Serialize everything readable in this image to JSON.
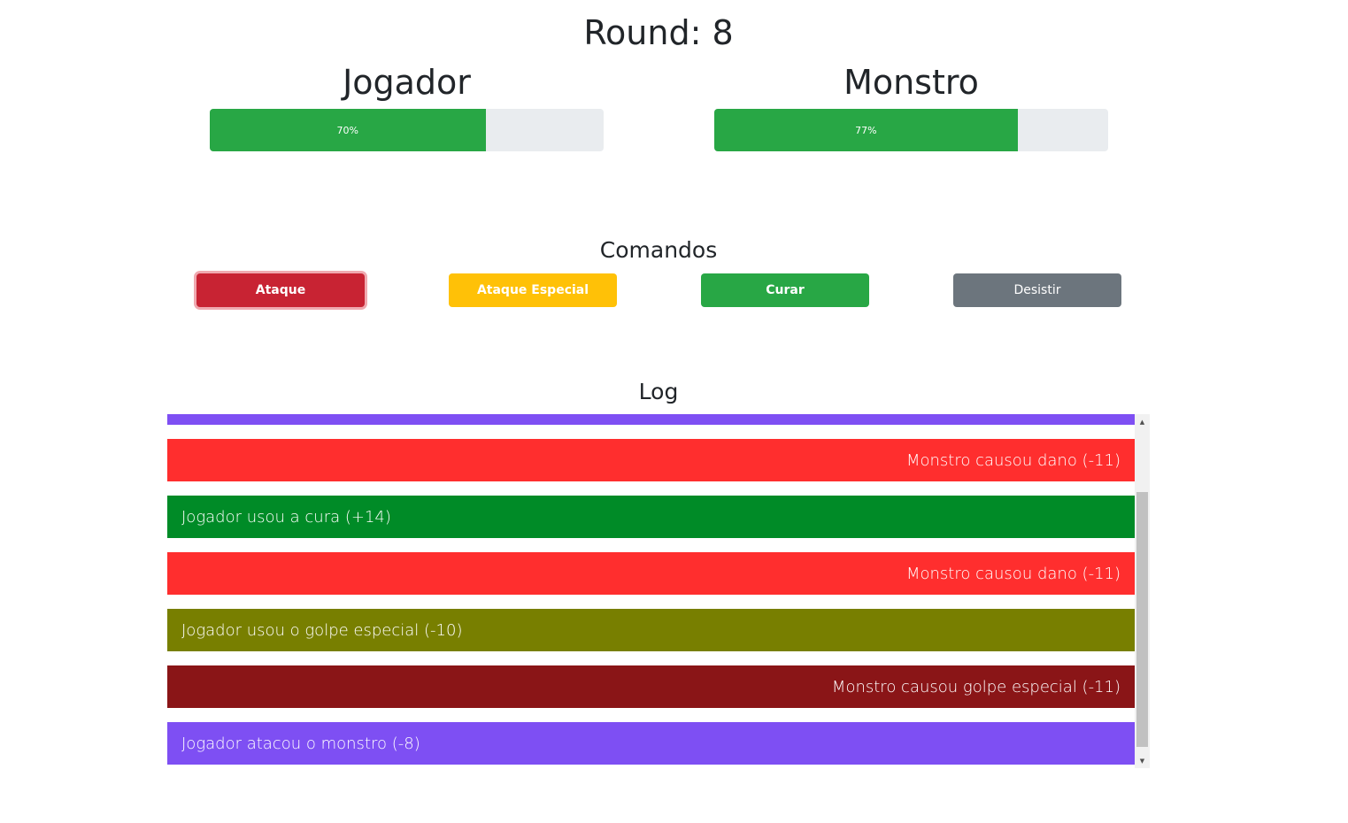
{
  "round": {
    "text": "Round: 8"
  },
  "player": {
    "name": "Jogador",
    "health_label": "70%",
    "health_percent": 70
  },
  "monster": {
    "name": "Monstro",
    "health_label": "77%",
    "health_percent": 77
  },
  "commands": {
    "title": "Comandos",
    "attack": "Ataque",
    "special_attack": "Ataque Especial",
    "heal": "Curar",
    "give_up": "Desistir"
  },
  "log": {
    "title": "Log",
    "entries": [
      {
        "text": "",
        "color": "#7e4ff3",
        "align": "left"
      },
      {
        "text": "Monstro causou dano (-11)",
        "color": "#ff2e2e",
        "align": "right"
      },
      {
        "text": "Jogador usou a cura (+14)",
        "color": "#008b27",
        "align": "left"
      },
      {
        "text": "Monstro causou dano (-11)",
        "color": "#ff2e2e",
        "align": "right"
      },
      {
        "text": "Jogador usou o golpe especial (-10)",
        "color": "#787f00",
        "align": "left"
      },
      {
        "text": "Monstro causou golpe especial (-11)",
        "color": "#8a1517",
        "align": "right"
      },
      {
        "text": "Jogador atacou o monstro (-8)",
        "color": "#7e4ff3",
        "align": "left"
      }
    ]
  },
  "icons": {
    "scroll_up": "triangle-up-icon",
    "scroll_down": "triangle-down-icon"
  }
}
